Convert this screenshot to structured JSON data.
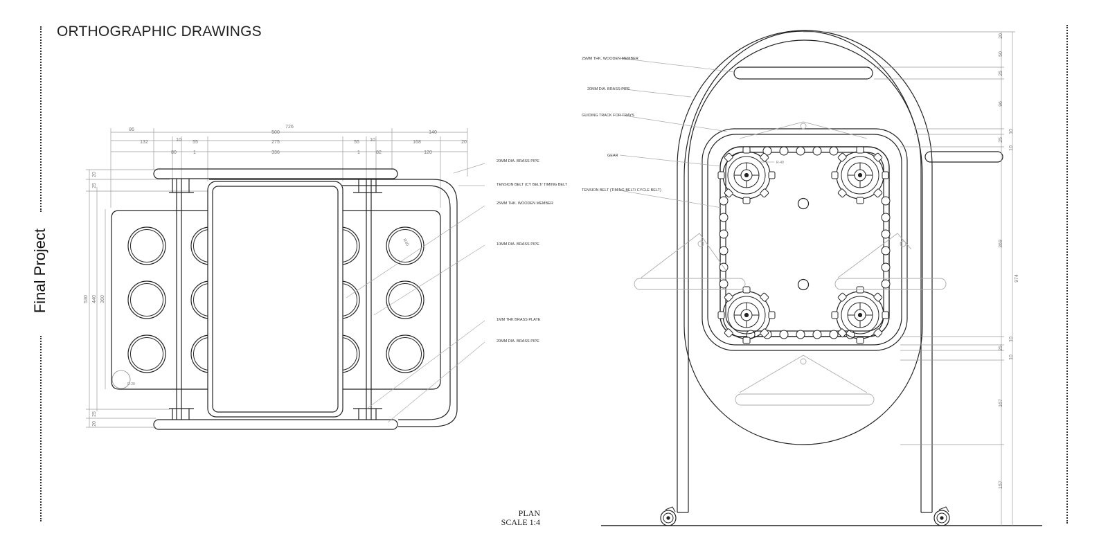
{
  "header": {
    "title": "ORTHOGRAPHIC DRAWINGS"
  },
  "sidebar": {
    "project_label": "Final Project"
  },
  "plan": {
    "caption": "PLAN",
    "scale": "SCALE 1:4",
    "dims_top_row1": [
      "86",
      "726",
      "500",
      "140"
    ],
    "dims_top_row2": [
      "132",
      "10",
      "55",
      "275",
      "55",
      "10",
      "168",
      "20"
    ],
    "dims_top_row3": [
      "80",
      "1",
      "336",
      "1",
      "82",
      "120"
    ],
    "dims_left": [
      "20",
      "25",
      "530",
      "440",
      "360",
      "25",
      "20"
    ],
    "labels": [
      "20MM DIA. BRASS PIPE",
      "TENSION BELT (CY BELT/ TIMING BELT",
      "25MM THK. WOODEN MEMBER",
      "10MM DIA. BRASS PIPE",
      "1MM THK BRASS PLATE",
      "20MM DIA. BRASS PIPE"
    ],
    "radius_labels": [
      "R40",
      "R·20"
    ]
  },
  "elevation": {
    "labels": [
      "25MM THK. WOODEN MEMBER",
      "20MM DIA. BRASS PIPE",
      "GUIDING TRACK FOR TRAYS",
      "GEAR",
      "TENSION BELT (TIMING BELT/ CYCLE BELT)"
    ],
    "gear_radius": "R·40",
    "dims_right": [
      "20",
      "50",
      "25",
      "96",
      "10",
      "25",
      "10",
      "369",
      "974",
      "10",
      "25",
      "10",
      "167",
      "157"
    ]
  },
  "colors": {
    "line": "#222222",
    "dim": "#9a9a9a",
    "leader": "#aaaaaa"
  }
}
